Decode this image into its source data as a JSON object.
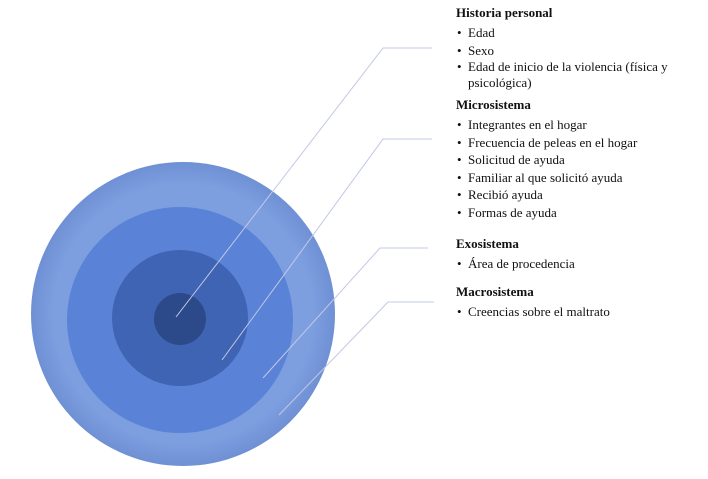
{
  "levels": [
    {
      "title": "Historia personal",
      "items": [
        "Edad",
        "Sexo",
        "Edad de inicio de la violencia (física y psicológica)"
      ]
    },
    {
      "title": "Microsistema",
      "items": [
        "Integrantes en el hogar",
        "Frecuencia de peleas en el hogar",
        "Solicitud de ayuda",
        "Familiar al que solicitó ayuda",
        "Recibió ayuda",
        "Formas de ayuda"
      ]
    },
    {
      "title": "Exosistema",
      "items": [
        "Área de procedencia"
      ]
    },
    {
      "title": "Macrosistema",
      "items": [
        "Creencias sobre el maltrato"
      ]
    }
  ],
  "colors": {
    "macro": "#7b9fdf",
    "exo": "#5a82d6",
    "micro": "#3f64b3",
    "personal": "#2c4a8a",
    "line": "#b8bedc"
  }
}
